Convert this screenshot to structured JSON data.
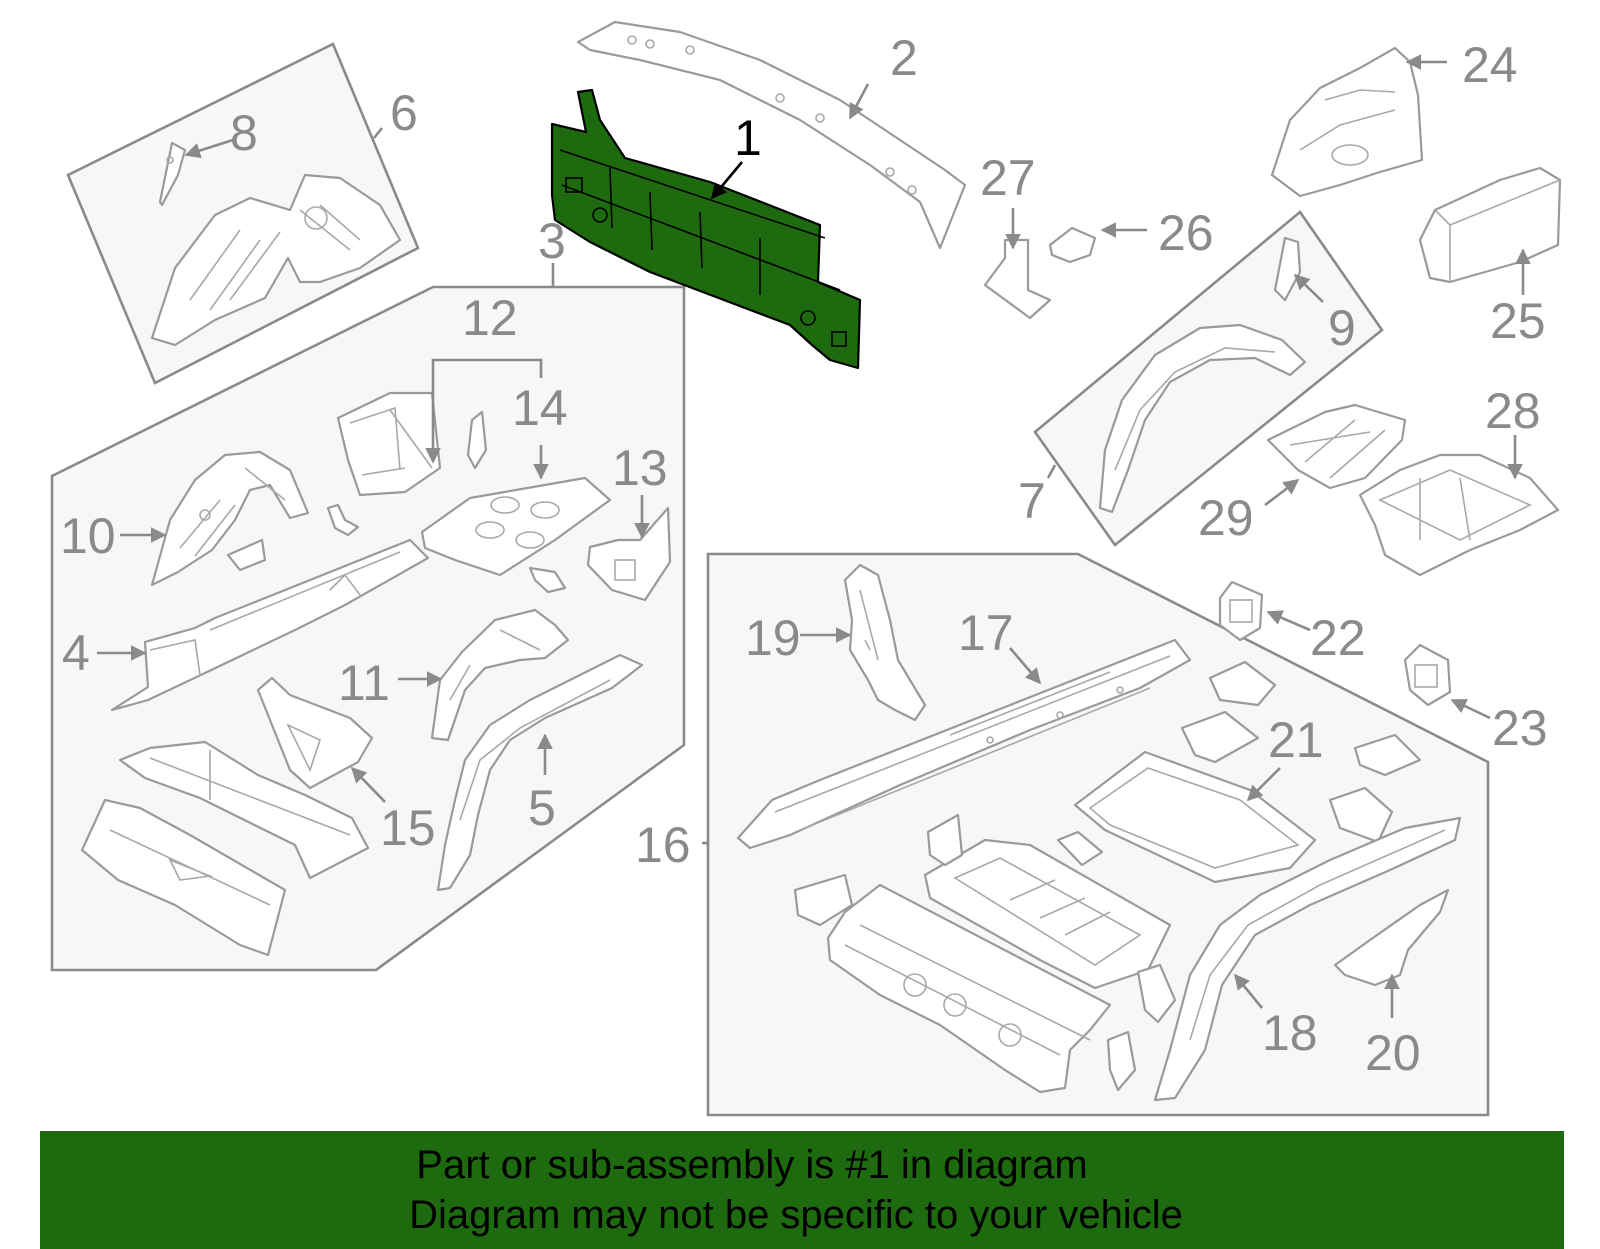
{
  "highlight_color": "#1e6b0f",
  "highlighted_part": "1",
  "callouts": {
    "c1": "1",
    "c2": "2",
    "c3": "3",
    "c4": "4",
    "c5": "5",
    "c6": "6",
    "c7": "7",
    "c8": "8",
    "c9": "9",
    "c10": "10",
    "c11": "11",
    "c12": "12",
    "c13": "13",
    "c14": "14",
    "c15": "15",
    "c16": "16",
    "c17": "17",
    "c18": "18",
    "c19": "19",
    "c20": "20",
    "c21": "21",
    "c22": "22",
    "c23": "23",
    "c24": "24",
    "c25": "25",
    "c26": "26",
    "c27": "27",
    "c28": "28",
    "c29": "29"
  },
  "footer": {
    "line1": "Part or sub-assembly is #1 in diagram",
    "line2": "Diagram may not be specific to your vehicle"
  }
}
